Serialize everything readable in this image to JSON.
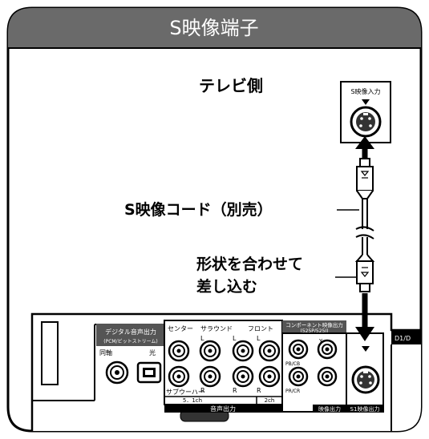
{
  "header": {
    "title": "S映像端子"
  },
  "tv": {
    "side_label": "テレビ側",
    "input_label": "S映像入力"
  },
  "cable": {
    "name_label": "S映像コード（別売）",
    "insert_label_line1": "形状を合わせて",
    "insert_label_line2": "差し込む"
  },
  "player": {
    "digital_out_title_line1": "デジタル音声出力",
    "digital_out_title_line2": "(PCM/ビットストリーム)",
    "coaxial_label": "同軸",
    "optical_label": "光",
    "center_label": "センター",
    "surround_label": "サラウンド",
    "front_label": "フロント",
    "subwoofer_label": "サブウーハー",
    "ch51_label": "5．1ch",
    "ch2_label": "2ch",
    "audio_out_label": "音声出力",
    "component_title_line1": "コンポーネント映像出力",
    "component_title_line2": "(525P/525I)",
    "y_label": "Y",
    "pb_label": "PB/CB",
    "pr_label": "PR/CR",
    "video_out_label": "映像出力",
    "s1_video_out_label": "S1映像出力",
    "d1_label": "D1/D",
    "l_label": "L",
    "r_label": "R"
  },
  "colors": {
    "header_bg": "#6a6a6a",
    "stroke": "#000000",
    "panel_bg": "#ffffff"
  }
}
